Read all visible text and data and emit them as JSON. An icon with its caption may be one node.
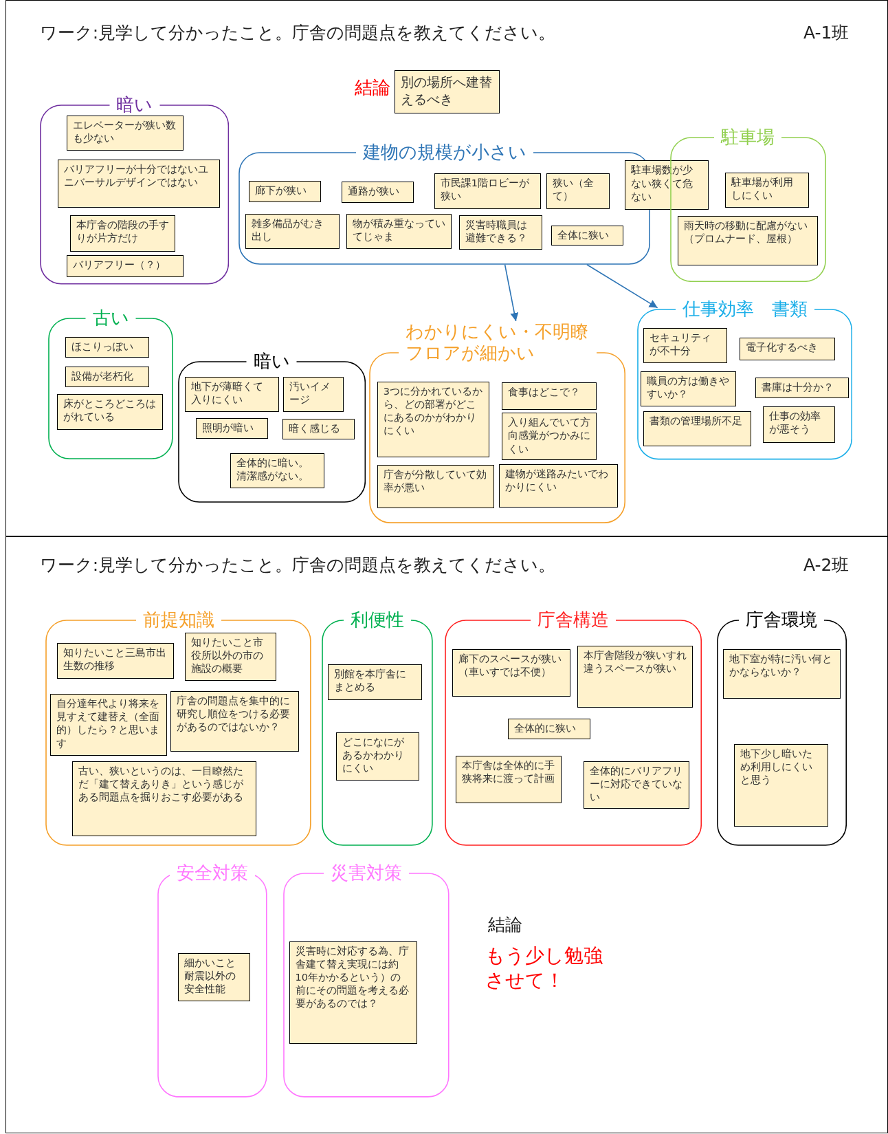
{
  "diagram": {
    "nodes": [
      {
        "text": [
          "別の場所へ建替えるべき"
        ],
        "beside": [
          "結論"
        ]
      },
      {
        "text": [
          "暗い"
        ]
      },
      {
        "text": [
          "エレベーターが狭い数も少ない"
        ],
        "in": 1
      },
      {
        "text": [
          "バリアフリーが十分ではないユニバーサルデザインではない"
        ],
        "in": 1
      },
      {
        "text": [
          "本庁舎の階段の手すりが片方だけ"
        ],
        "in": 1
      },
      {
        "text": [
          "バリアフリー（？）"
        ],
        "in": 1
      },
      {
        "text": [
          "建物の規模が小さい"
        ]
      },
      {
        "text": [
          "廊下が狭い"
        ],
        "in": 6
      },
      {
        "text": [
          "通路が狭い"
        ],
        "in": 6
      },
      {
        "text": [
          "市民課1階ロビーが狭い"
        ],
        "in": 6
      },
      {
        "text": [
          "狭い（全て）"
        ],
        "in": 6
      },
      {
        "text": [
          "雑多備品がむき出し"
        ],
        "in": 6
      },
      {
        "text": [
          "物が積み重なっていてじゃま"
        ],
        "in": 6
      },
      {
        "text": [
          "災害時職員は避難できる？"
        ],
        "in": 6
      },
      {
        "text": [
          "全体に狭い"
        ],
        "in": 6
      },
      {
        "text": [
          "駐車場数が少ない狭くて危ない"
        ]
      },
      {
        "text": [
          "駐車場"
        ]
      },
      {
        "text": [
          "駐車場が利用しにくい"
        ],
        "in": 16
      },
      {
        "text": [
          "雨天時の移動に配慮がない（プロムナード、屋根）"
        ],
        "in": 16
      },
      {
        "text": [
          "古い"
        ]
      },
      {
        "text": [
          "ほこりっぽい"
        ],
        "in": 19
      },
      {
        "text": [
          "設備が老朽化"
        ],
        "in": 19
      },
      {
        "text": [
          "床がところどころはがれている"
        ],
        "in": 19
      },
      {
        "text": [
          "暗い"
        ]
      },
      {
        "text": [
          "地下が薄暗くて入りにくい"
        ],
        "in": 23
      },
      {
        "text": [
          "汚いイメージ"
        ],
        "in": 23
      },
      {
        "text": [
          "照明が暗い"
        ],
        "in": 23
      },
      {
        "text": [
          "暗く感じる"
        ],
        "in": 23
      },
      {
        "text": [
          "全体的に暗い。清潔感がない。"
        ],
        "in": 23
      },
      {
        "text": [
          "わかりにくい・不明瞭フロアが細かい"
        ]
      },
      {
        "text": [
          "3つに分かれているから、どの部署がどこにあるのかがわかりにくい"
        ],
        "in": 29
      },
      {
        "text": [
          "食事はどこで？"
        ],
        "in": 29
      },
      {
        "text": [
          "入り組んでいて方向感覚がつかみにくい"
        ],
        "in": 29
      },
      {
        "text": [
          "庁舎が分散していて効率が悪い"
        ],
        "in": 29
      },
      {
        "text": [
          "建物が迷路みたいでわかりにくい"
        ],
        "in": 29
      },
      {
        "text": [
          "仕事効率　書類"
        ]
      },
      {
        "text": [
          "セキュリティが不十分"
        ],
        "in": 35
      },
      {
        "text": [
          "電子化するべき"
        ],
        "in": 35
      },
      {
        "text": [
          "職員の方は働きやすいか？"
        ],
        "in": 35
      },
      {
        "text": [
          "書庫は十分か？"
        ],
        "in": 35
      },
      {
        "text": [
          "書類の管理場所不足"
        ],
        "in": 35
      },
      {
        "text": [
          "仕事の効率が悪そう"
        ],
        "in": 35
      },
      {
        "text": [
          "前提知識"
        ]
      },
      {
        "text": [
          "知りたいこと三島市出生数の推移"
        ],
        "in": 42
      },
      {
        "text": [
          "知りたいこと市役所以外の市の施設の概要"
        ],
        "in": 42
      },
      {
        "text": [
          "自分達年代より将来を見すえて建替え（全面的）したら？と思います"
        ],
        "in": 42
      },
      {
        "text": [
          "庁舎の問題点を集中的に研究し順位をつける必要があるのではないか？"
        ],
        "in": 42
      },
      {
        "text": [
          "古い、狭いというのは、一目瞭然ただ「建て替えありき」という感じがある問題点を掘りおこす必要がある"
        ],
        "in": 42
      },
      {
        "text": [
          "利便性"
        ]
      },
      {
        "text": [
          "別館を本庁舎にまとめる"
        ],
        "in": 48
      },
      {
        "text": [
          "どこになにがあるかわかりにくい"
        ],
        "in": 48
      },
      {
        "text": [
          "庁舎構造"
        ]
      },
      {
        "text": [
          "廊下のスペースが狭い（車いすでは不便）"
        ],
        "in": 51
      },
      {
        "text": [
          "本庁舎階段が狭いすれ違うスペースが狭い"
        ],
        "in": 51
      },
      {
        "text": [
          "全体的に狭い"
        ],
        "in": 51
      },
      {
        "text": [
          "本庁舎は全体的に手狭将来に渡って計画"
        ],
        "in": 51
      },
      {
        "text": [
          "全体的にバリアフリーに対応できていない"
        ],
        "in": 51
      },
      {
        "text": [
          "庁舎環境"
        ]
      },
      {
        "text": [
          "地下室が特に汚い何とかならないか？"
        ],
        "in": 57
      },
      {
        "text": [
          "地下少し暗いため利用しにくいと思う"
        ],
        "in": 57
      },
      {
        "text": [
          "安全対策"
        ]
      },
      {
        "text": [
          "細かいこと耐震以外の安全性能"
        ],
        "in": 60
      },
      {
        "text": [
          "災害対策"
        ]
      },
      {
        "text": [
          "災害時に対応する為、庁舎建て替え実現には約10年かかるという）の前にその問題を考える必要があるのでは？"
        ],
        "in": 62
      }
    ],
    "edges": [
      {
        "from": 6,
        "to": 29,
        "arrow": "to"
      },
      {
        "from": 6,
        "to": 35,
        "arrow": "to"
      }
    ],
    "labels": [
      "ワーク:見学して分かったこと。庁舎の問題点を教えてください。",
      "A-1班",
      "ワーク:見学して分かったこと。庁舎の問題点を教えてください。",
      "A-2班",
      "結論",
      "もう少し勉強させて！"
    ]
  }
}
